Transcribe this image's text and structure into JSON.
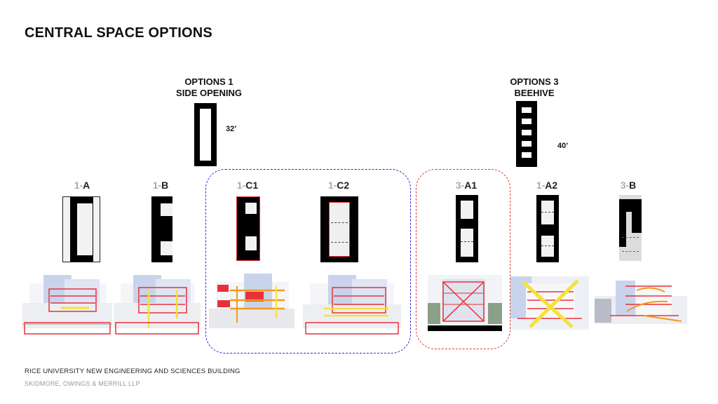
{
  "title": "CENTRAL SPACE OPTIONS",
  "groups": [
    {
      "line1": "OPTIONS 1",
      "line2": "SIDE OPENING",
      "dimension": "32’"
    },
    {
      "line1": "OPTIONS 3",
      "line2": "BEEHIVE",
      "dimension": "40’"
    }
  ],
  "options": [
    {
      "prefix": "1-",
      "suffix": "A"
    },
    {
      "prefix": "1-",
      "suffix": "B"
    },
    {
      "prefix": "1-",
      "suffix": "C1"
    },
    {
      "prefix": "1-",
      "suffix": "C2"
    },
    {
      "prefix": "3-",
      "suffix": "A1"
    },
    {
      "prefix": "1-",
      "suffix": "A2"
    },
    {
      "prefix": "3-",
      "suffix": "B"
    }
  ],
  "colors": {
    "blue_outline": "#2a2ad0",
    "red_outline": "#e03a3a",
    "markup_red": "#e8303a",
    "markup_orange": "#f39a1e",
    "markup_yellow": "#f4e23a"
  },
  "footer": {
    "line1": "RICE UNIVERSITY NEW ENGINEERING AND SCIENCES BUILDING",
    "line2": "SKIDMORE, OWINGS & MERRILL LLP"
  }
}
